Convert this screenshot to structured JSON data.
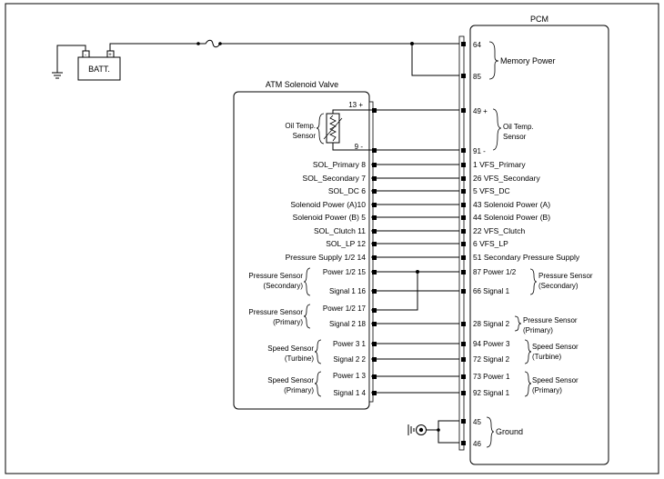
{
  "pcm": {
    "title": "PCM"
  },
  "atm": {
    "title": "ATM Solenoid Valve"
  },
  "battery": {
    "label": "BATT."
  },
  "memory_power": {
    "label": "Memory Power",
    "pins": [
      "64",
      "85"
    ]
  },
  "oil_temp": {
    "atm_pins": [
      "13 +",
      "9 -"
    ],
    "pcm_pins": [
      "49 +",
      "91 -"
    ],
    "atm_label": [
      "Oil Temp.",
      "Sensor"
    ],
    "pcm_label": [
      "Oil Temp.",
      "Sensor"
    ]
  },
  "rows": [
    {
      "atm": "SOL_Primary 8",
      "pcm": "1 VFS_Primary"
    },
    {
      "atm": "SOL_Secondary 7",
      "pcm": "26 VFS_Secondary"
    },
    {
      "atm": "SOL_DC 6",
      "pcm": "5 VFS_DC"
    },
    {
      "atm": "Solenoid Power (A)10",
      "pcm": "43 Solenoid Power (A)"
    },
    {
      "atm": "Solenoid Power (B) 5",
      "pcm": "44 Solenoid Power (B)"
    },
    {
      "atm": "SOL_Clutch 11",
      "pcm": "22 VFS_Clutch"
    },
    {
      "atm": "SOL_LP 12",
      "pcm": "6 VFS_LP"
    },
    {
      "atm": "Pressure Supply 1/2 14",
      "pcm": "51 Secondary Pressure Supply"
    }
  ],
  "pressure_secondary": {
    "atm_pins": [
      "Power 1/2 15",
      "Signal 1 16"
    ],
    "pcm_pins": [
      "87 Power 1/2",
      "66 Signal 1"
    ],
    "atm_label": [
      "Pressure Sensor",
      "(Secondary)"
    ],
    "pcm_label": [
      "Pressure Sensor",
      "(Secondary)"
    ]
  },
  "pressure_primary": {
    "atm_pins": [
      "Power 1/2 17",
      "Signal 2 18"
    ],
    "pcm_pin": "28 Signal 2",
    "atm_label": [
      "Pressure Sensor",
      "(Primary)"
    ],
    "pcm_label": [
      "Pressure Sensor",
      "(Primary)"
    ]
  },
  "speed_turbine": {
    "atm_pins": [
      "Power 3 1",
      "Signal 2 2"
    ],
    "pcm_pins": [
      "94 Power 3",
      "72 Signal 2"
    ],
    "atm_label": [
      "Speed Sensor",
      "(Turbine)"
    ],
    "pcm_label": [
      "Speed Sensor",
      "(Turbine)"
    ]
  },
  "speed_primary": {
    "atm_pins": [
      "Power 1 3",
      "Signal 1 4"
    ],
    "pcm_pins": [
      "73 Power 1",
      "92 Signal 1"
    ],
    "atm_label": [
      "Speed Sensor",
      "(Primary)"
    ],
    "pcm_label": [
      "Speed Sensor",
      "(Primary)"
    ]
  },
  "ground": {
    "label": "Ground",
    "pins": [
      "45",
      "46"
    ]
  }
}
